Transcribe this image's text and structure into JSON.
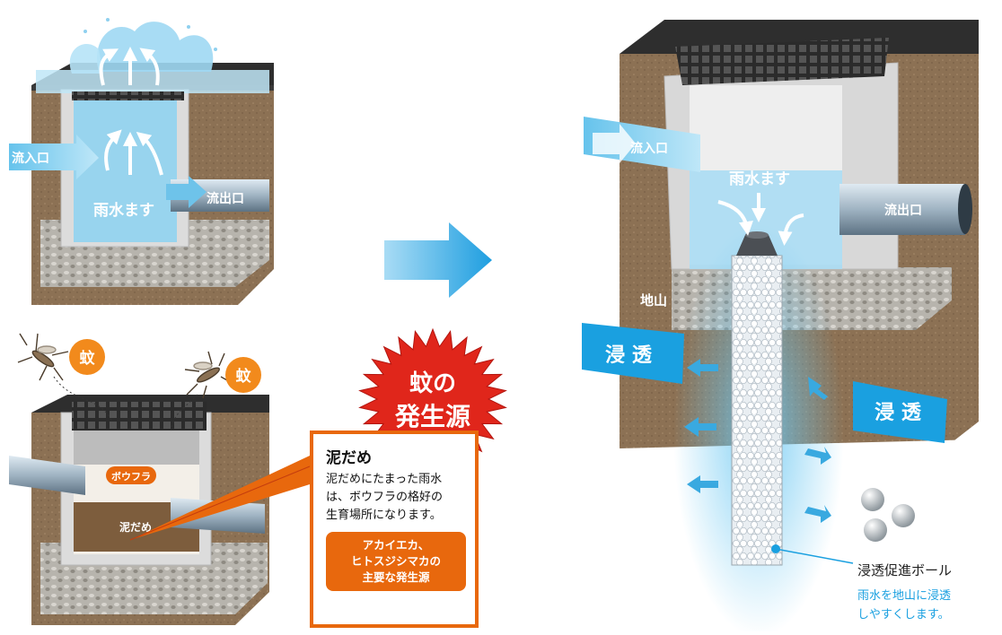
{
  "top_left": {
    "inlet": "流入口",
    "outlet": "流出口",
    "basin": "雨水ます"
  },
  "bottom_left": {
    "mosquito_badge_1": "蚊",
    "mosquito_badge_2": "蚊",
    "larvae_label": "ボウフラ",
    "sludge_label": "泥だめ"
  },
  "starburst": {
    "line1": "蚊の",
    "line2": "発生源"
  },
  "callout": {
    "title": "泥だめ",
    "body": [
      "泥だめにたまった雨水",
      "は、ボウフラの格好の",
      "生育場所になります。"
    ],
    "badge": [
      "アカイエカ、",
      "ヒトスジシマカの",
      "主要な発生源"
    ]
  },
  "right_diagram": {
    "inlet": "流入口",
    "outlet": "流出口",
    "basin": "雨水ます",
    "ground": "地山",
    "infiltration_left": "浸 透",
    "infiltration_right": "浸 透",
    "ball_title": "浸透促進ボール",
    "ball_desc": [
      "雨水を地山に浸透",
      "しやすくします。"
    ]
  },
  "colors": {
    "soil": "#8c7154",
    "water": "#8fd3f0",
    "arrow": "#4fb5e6",
    "accent_red": "#e0261b",
    "accent_orange": "#e8680d",
    "accent_blue": "#1aa0e0"
  }
}
